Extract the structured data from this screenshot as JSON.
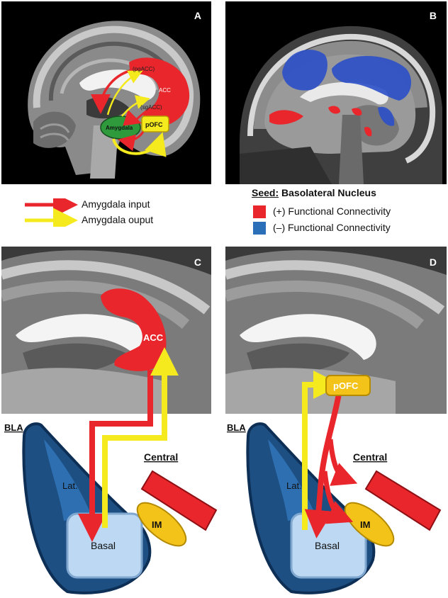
{
  "panels": {
    "a": {
      "letter": "A",
      "labels": {
        "pgacc": "(pgACC)",
        "acc": "ACC",
        "sgacc": "(sgACC)",
        "amygdala": "Amygdala",
        "pofc": "pOFC"
      }
    },
    "b": {
      "letter": "B"
    },
    "c": {
      "letter": "C",
      "acc_label": "ACC"
    },
    "d": {
      "letter": "D",
      "pofc_label": "pOFC"
    }
  },
  "legend": {
    "arrows": [
      {
        "label": "Amygdala input",
        "color": "#e8262b"
      },
      {
        "label": "Amygdala ouput",
        "color": "#f4ea1d"
      }
    ],
    "seed_prefix": "Seed:",
    "seed_name": "Basolateral Nucleus",
    "connectivity": [
      {
        "label": "(+) Functional Connectivity",
        "color": "#e8262b"
      },
      {
        "label": "(–) Functional Connectivity",
        "color": "#2a6fb8"
      }
    ]
  },
  "anatomy": {
    "bla": "BLA",
    "lateral": "Lat.",
    "basal": "Basal",
    "central": "Central",
    "im": "IM"
  },
  "colors": {
    "input_red": "#e8262b",
    "output_yellow": "#f4ea1d",
    "amygdala_green": "#2e9a3c",
    "bla_dark_blue": "#1d4f82",
    "basal_light_blue": "#bcd8f2",
    "negative_blue": "#2a6fb8"
  }
}
